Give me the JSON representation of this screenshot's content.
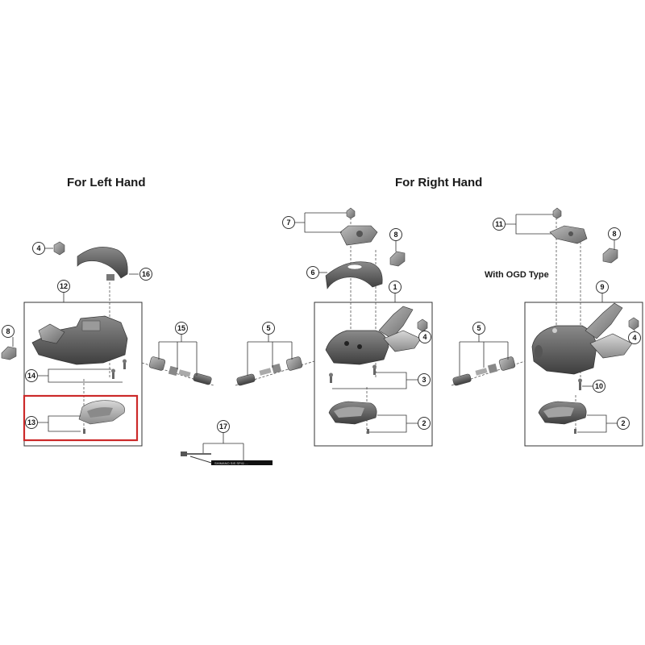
{
  "headings": {
    "left_hand": "For Left Hand",
    "right_hand": "For Right Hand",
    "ogd_type": "With OGD Type"
  },
  "callouts": {
    "c1": "1",
    "c2": "2",
    "c2b": "2",
    "c3": "3",
    "c4a": "4",
    "c4b": "4",
    "c4c": "4",
    "c5a": "5",
    "c5b": "5",
    "c6": "6",
    "c7": "7",
    "c8a": "8",
    "c8b": "8",
    "c8c": "8",
    "c9": "9",
    "c10": "10",
    "c11": "11",
    "c12": "12",
    "c13": "13",
    "c14": "14",
    "c15": "15",
    "c16": "16",
    "c17": "17"
  },
  "cable_print": "SHIMANO SIS SP41 ...",
  "colors": {
    "highlight": "#cc2a2a",
    "part_dark": "#4a4a4a",
    "part_mid": "#7d7d7d",
    "part_light": "#b5b5b5"
  }
}
